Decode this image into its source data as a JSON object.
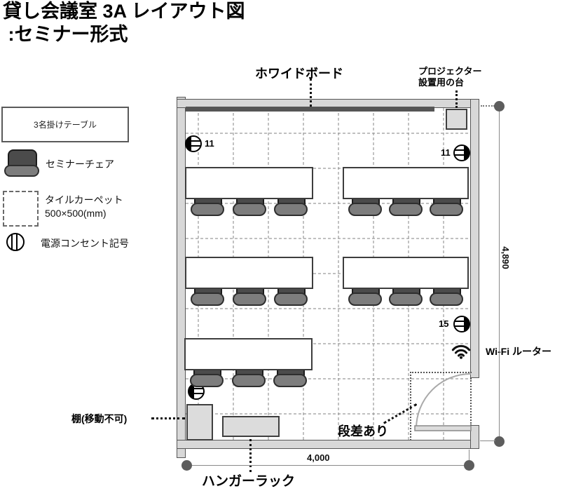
{
  "title": {
    "line1": "貸し会議室 3A レイアウト図",
    "line2": " :セミナー形式"
  },
  "legend": {
    "table_label": "3名掛けテーブル",
    "chair_label": "セミナーチェア",
    "carpet_label_line1": "タイルカーペット",
    "carpet_label_line2": "500×500(mm)",
    "outlet_label": "電源コンセント記号"
  },
  "annotations": {
    "whiteboard": "ホワイドボード",
    "projector_line1": "プロジェクター",
    "projector_line2": "設置用の台",
    "wifi_router": "Wi-Fi ルーター",
    "step": "段差あり",
    "shelf": "棚(移動不可)",
    "hanger_rack": "ハンガーラック"
  },
  "outlets": {
    "top_left": "11",
    "top_right": "11",
    "middle_right": "15"
  },
  "dimensions": {
    "room_width": "4,000",
    "room_height": "4,890"
  },
  "colors": {
    "wall": "#d8d8d8",
    "whiteboard": "#565656",
    "chair_back": "#4b4b4b",
    "chair_seat": "#7d7d7d",
    "furniture": "#dcdcdc"
  }
}
